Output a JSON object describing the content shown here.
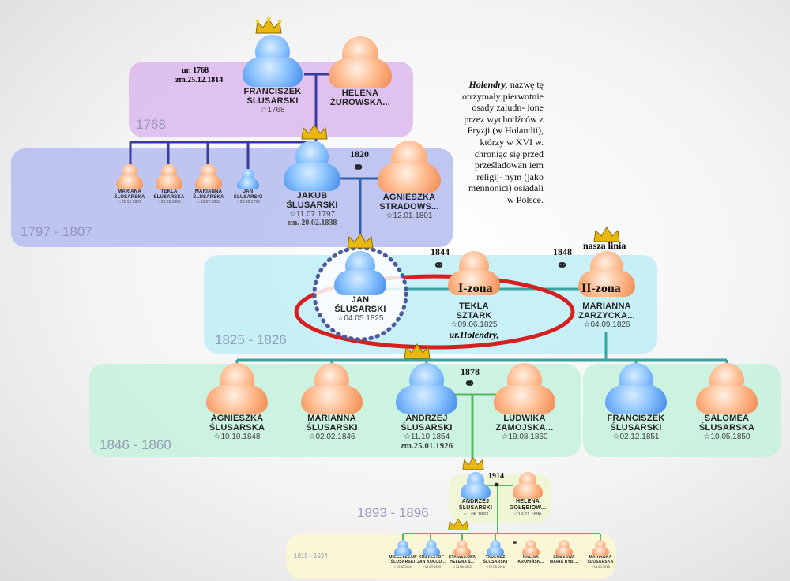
{
  "bands": [
    {
      "label": "1768"
    },
    {
      "label": "1797 - 1807"
    },
    {
      "label": "1825 - 1826"
    },
    {
      "label": "1846 - 1860"
    },
    {
      "label": "1893 - 1896"
    },
    {
      "label": "1915 - 1924"
    }
  ],
  "gen1": {
    "father": {
      "name": "FRANCISZEK\nŚLUSARSKI",
      "date": "☆1768"
    },
    "mother": {
      "name": "HELENA\nŻUROWSKA...",
      "date": ""
    },
    "note_ur": "ur.          1768",
    "note_zm": "zm.25.12.1814"
  },
  "gen2": {
    "children": [
      {
        "name": "MARIANA\nŚLUSARSKA",
        "date": "☆01.12.1807"
      },
      {
        "name": "TEKLA\nŚLUSARSKA",
        "date": "☆23.05.1805"
      },
      {
        "name": "MARIANNA\nŚLUSARSKA",
        "date": "☆13.07.1803"
      },
      {
        "name": "JAN\nŚLUSARSKI",
        "date": "☆23.06.1799"
      }
    ],
    "father": {
      "name": "JAKUB\nŚLUSARSKI",
      "date": "☆11.07.1797",
      "death": "zm. 20.02.1838"
    },
    "mother": {
      "name": "AGNIESZKA\nSTRADOWS...",
      "date": "☆12.01.1801"
    },
    "marriage_year": "1820"
  },
  "note": {
    "title": "Holendry,",
    "text": "nazwę tę otrzymały pierwotnie osady zaludn- ione przez wychodźców z Fryzji (w Holandii), którzy w XVI w. chroniąc się przed prześladowan iem religij- nym (jako mennonici) osiadali w Polsce."
  },
  "gen3": {
    "husband": {
      "name": "JAN\nŚLUSARSKI",
      "date": "☆04.05.1825"
    },
    "wife1": {
      "name": "TEKLA\nSZTARK",
      "date": "☆09.06.1825",
      "origin": "ur.Holendry,",
      "zona": "I-zona"
    },
    "wife2": {
      "name": "MARIANNA\nZARZYCKA...",
      "date": "☆04.09.1826",
      "zona": "II-zona",
      "line": "nasza linia"
    },
    "marriage1": "1844",
    "marriage2": "1848"
  },
  "gen4": {
    "members": [
      {
        "name": "AGNIESZKA\nŚLUSARSKA",
        "date": "☆10.10.1848"
      },
      {
        "name": "MARIANNA\nŚLUSARSKI",
        "date": "☆02.02.1846"
      },
      {
        "name": "ANDRZEJ\nŚLUSARSKI",
        "date": "☆11.10.1854",
        "death": "zm.25.01.1926"
      },
      {
        "name": "LUDWIKA\nZAMOJSKA...",
        "date": "☆19.08.1860"
      },
      {
        "name": "FRANCISZEK\nŚLUSARSKI",
        "date": "☆02.12.1851"
      },
      {
        "name": "SALOMEA\nŚLUSARSKA",
        "date": "☆10.05.1850"
      }
    ],
    "marriage": "1878"
  },
  "gen5": {
    "husband": {
      "name": "ANDRZEJ\nŚLUSARSKI",
      "date": "☆...06.1893"
    },
    "wife": {
      "name": "HELENA\nGOŁĘBIOW...",
      "date": "☆19.11.1896"
    },
    "marriage": "1914"
  },
  "gen6": {
    "members": [
      {
        "name": "MIECZYSŁAW\nŚLUSARSKI",
        "date": "☆12.60.1924"
      },
      {
        "name": "KRZYSZTOF\nJAN KOŁOD...",
        "date": "☆13.60.1920"
      },
      {
        "name": "STANISŁAWA\nHELENA Ś...",
        "date": "☆21.05.1922"
      },
      {
        "name": "TADEUSZ\nŚLUSARSKI",
        "date": "☆17.08.1916"
      },
      {
        "name": "HALINA\nKRONIŃSK...",
        "date": ""
      },
      {
        "name": "ZDISŁAWA\nMARIA RYBI...",
        "date": ""
      },
      {
        "name": "MARIANNA\nŚLUSARSKA",
        "date": "☆15.60.1915"
      }
    ]
  },
  "colors": {
    "band1": "#d9b8ec",
    "band2": "#b8bdf0",
    "band3": "#bfeef5",
    "band4": "#c6f2d8",
    "band5": "#f3f7d8",
    "band6": "#fbf7d5",
    "line1": "#3a3a9a",
    "line2": "#2e5fa8",
    "line3": "#3aa3a0",
    "line4": "#57b56a",
    "highlight": "#d62020"
  }
}
